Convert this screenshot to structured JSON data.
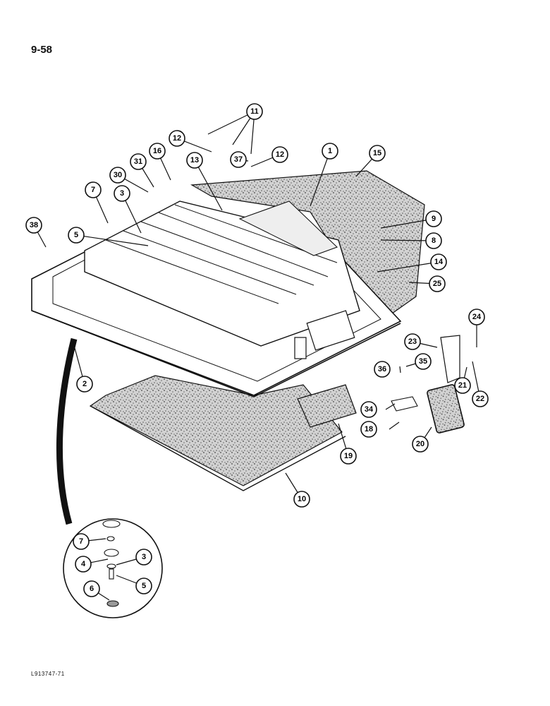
{
  "page_number": "9-58",
  "document_code": "L913747-71",
  "callouts": [
    {
      "label": "11"
    },
    {
      "label": "12"
    },
    {
      "label": "37"
    },
    {
      "label": "12"
    },
    {
      "label": "16"
    },
    {
      "label": "31"
    },
    {
      "label": "30"
    },
    {
      "label": "13"
    },
    {
      "label": "1"
    },
    {
      "label": "15"
    },
    {
      "label": "7"
    },
    {
      "label": "3"
    },
    {
      "label": "38"
    },
    {
      "label": "5"
    },
    {
      "label": "9"
    },
    {
      "label": "8"
    },
    {
      "label": "14"
    },
    {
      "label": "25"
    },
    {
      "label": "24"
    },
    {
      "label": "23"
    },
    {
      "label": "2"
    },
    {
      "label": "36"
    },
    {
      "label": "35"
    },
    {
      "label": "21"
    },
    {
      "label": "22"
    },
    {
      "label": "34"
    },
    {
      "label": "18"
    },
    {
      "label": "20"
    },
    {
      "label": "19"
    },
    {
      "label": "10"
    },
    {
      "label": "7"
    },
    {
      "label": "4"
    },
    {
      "label": "3"
    },
    {
      "label": "6"
    },
    {
      "label": "5"
    }
  ]
}
